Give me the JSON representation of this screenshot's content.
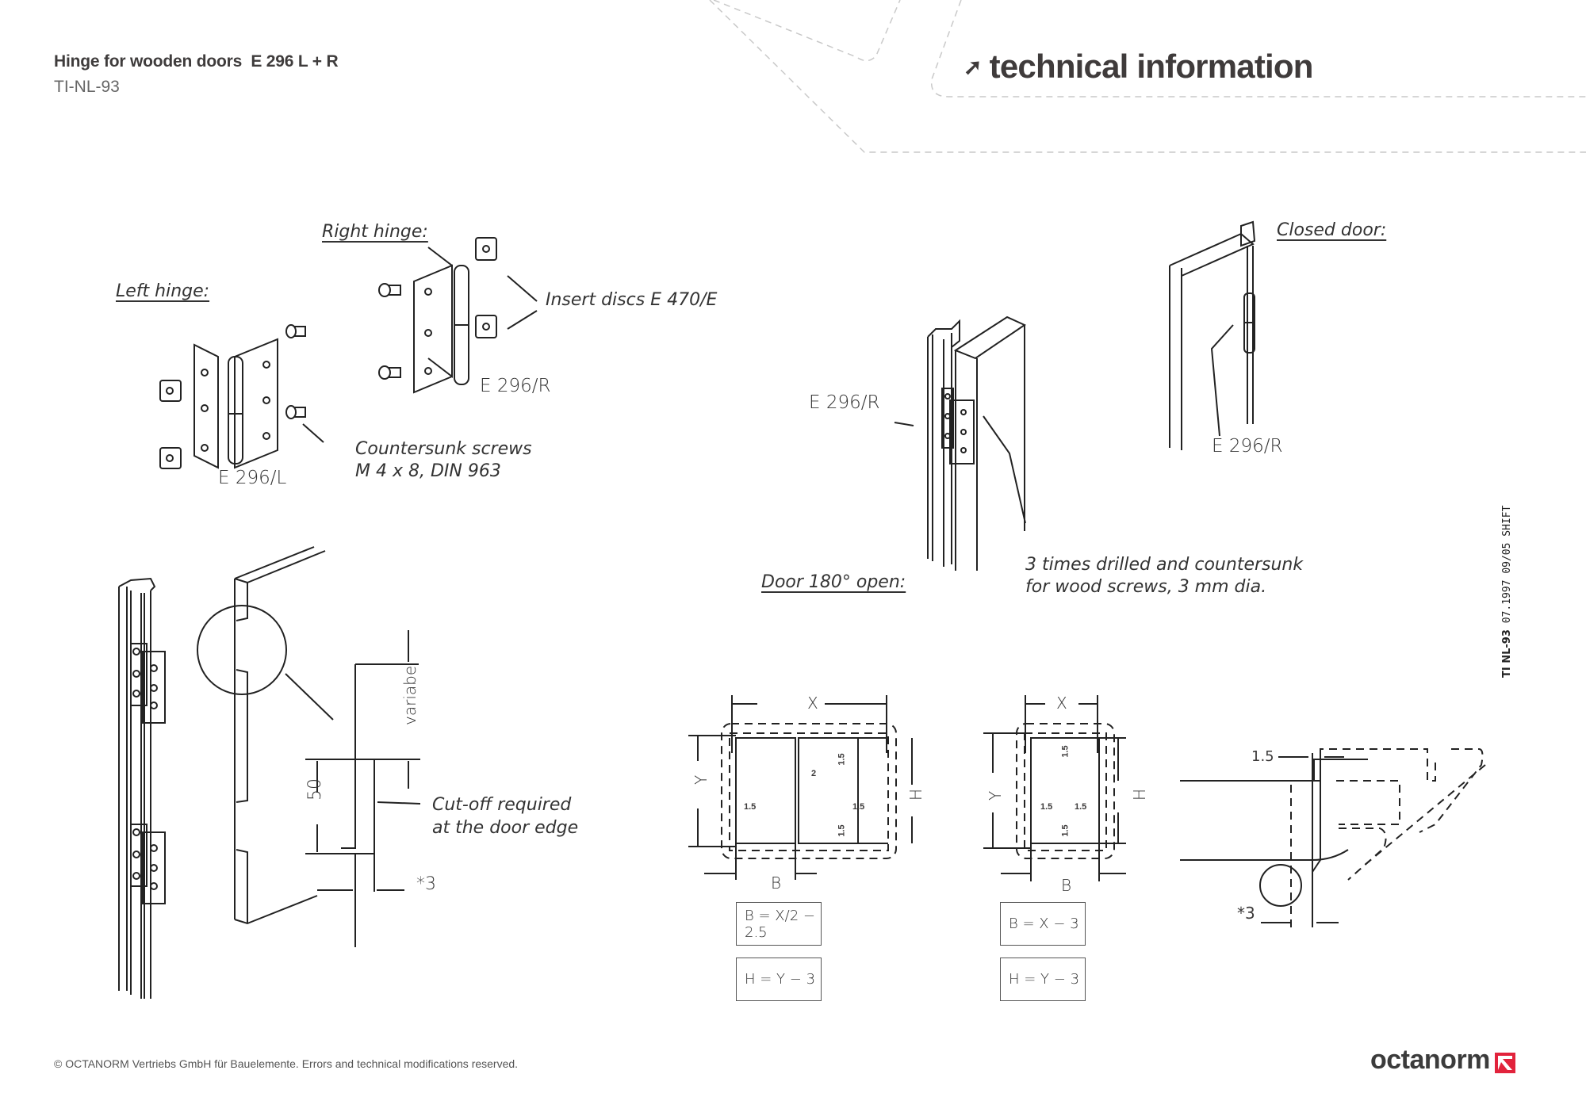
{
  "header": {
    "title": "Hinge for wooden doors  E 296 L + R",
    "doc_code": "TI-NL-93",
    "section_label": "technical information",
    "section_icon": "arrow-up-right-icon"
  },
  "labels": {
    "left_hinge": "Left hinge:",
    "right_hinge": "Right hinge:",
    "insert_discs": "Insert discs E 470/E",
    "part_left": "E 296/L",
    "part_right": "E 296/R",
    "screws_line1": "Countersunk screws",
    "screws_line2": "M 4 x 8, DIN 963",
    "door_open": "Door 180° open:",
    "closed_door": "Closed door:",
    "part_open": "E 296/R",
    "part_closed": "E 296/R",
    "drilled_line1": "3 times drilled and countersunk",
    "drilled_line2": "for wood screws, 3 mm dia.",
    "variable": "variabe",
    "dim_50": "50",
    "cutoff_line1": "Cut-off required",
    "cutoff_line2": "at the door edge",
    "star3": "*3"
  },
  "dimension_diagrams": {
    "double_door": {
      "x": "X",
      "y": "Y",
      "h": "H",
      "b": "B",
      "gap_2": "2",
      "margin": "1.5",
      "formula_b": "B = X/2 − 2.5",
      "formula_h": "H =  Y − 3"
    },
    "single_door": {
      "x": "X",
      "y": "Y",
      "h": "H",
      "b": "B",
      "margin": "1.5",
      "formula_b": "B =  X − 3",
      "formula_h": "H =  Y − 3"
    },
    "section": {
      "dim_top": "1.5",
      "dim_bottom": "*3"
    }
  },
  "side_code": {
    "bold": "TI NL-93",
    "rest": "07.1997 09/05 SHIFT"
  },
  "footer": {
    "copyright": "© OCTANORM Vertriebs GmbH für Bauelemente. Errors and technical modifications reserved.",
    "logo_text": "octanorm",
    "logo_accent": "#e2233c"
  }
}
